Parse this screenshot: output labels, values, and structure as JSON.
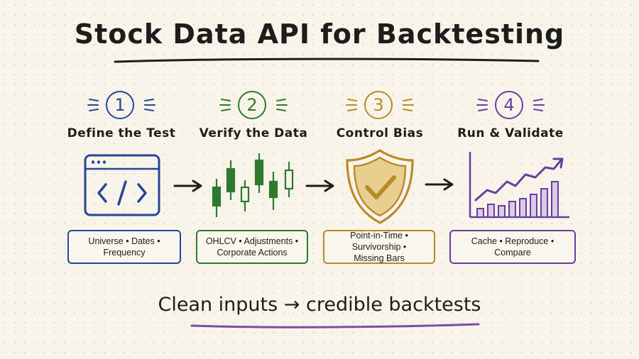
{
  "title": "Stock Data API for Backtesting",
  "steps": [
    {
      "number": "1",
      "title": "Define the Test",
      "box": "Universe • Dates • Frequency",
      "color": "#24479a",
      "icon": "code-window-icon"
    },
    {
      "number": "2",
      "title": "Verify the Data",
      "box_line1": "OHLCV • Adjustments •",
      "box_line2": "Corporate Actions",
      "color": "#2d7a2f",
      "icon": "candlestick-chart-icon"
    },
    {
      "number": "3",
      "title": "Control Bias",
      "box_line1": "Point-in-Time • Survivorship •",
      "box_line2": "Missing Bars",
      "color": "#b88a2a",
      "icon": "shield-check-icon"
    },
    {
      "number": "4",
      "title": "Run & Validate",
      "box": "Cache • Reproduce • Compare",
      "color": "#6a3e9e",
      "icon": "rising-bar-chart-icon"
    }
  ],
  "tagline": "Clean inputs → credible backtests",
  "colors": {
    "background": "#f8f4ea",
    "ink": "#1d1d1d",
    "underline_purple": "#7a4bb0"
  }
}
